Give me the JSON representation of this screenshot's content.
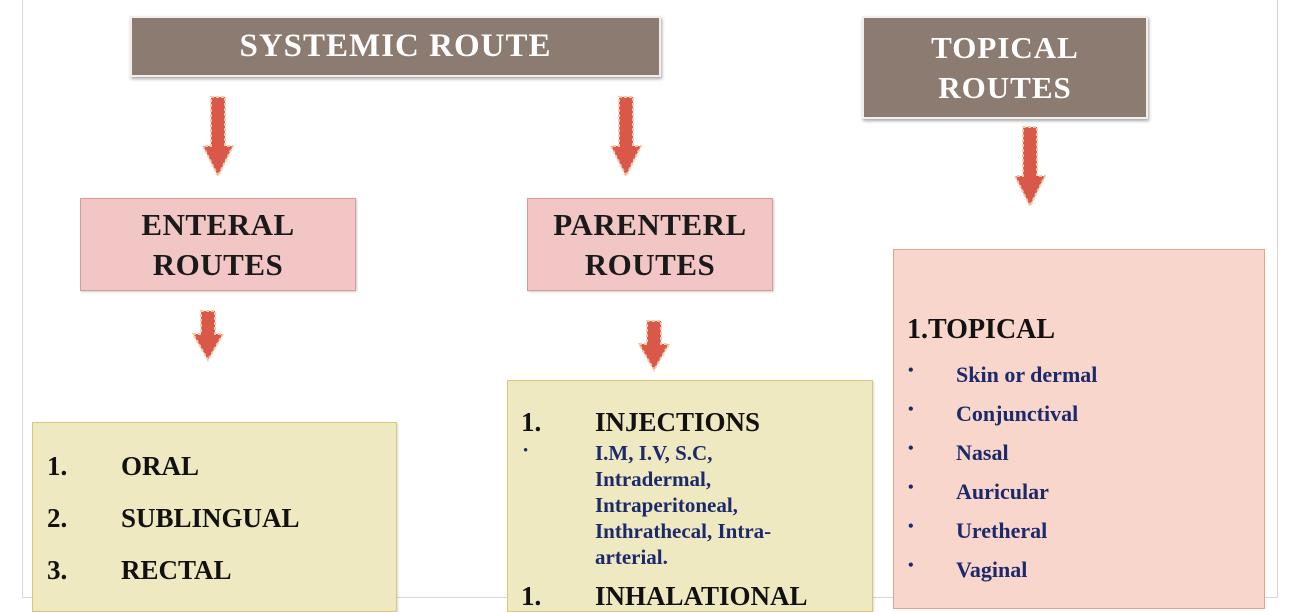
{
  "headers": {
    "systemic": "SYSTEMIC ROUTE",
    "topical_line1": "TOPICAL",
    "topical_line2": "ROUTES"
  },
  "enteral": {
    "title_line1": "ENTERAL",
    "title_line2": "ROUTES",
    "items": [
      {
        "num": "1.",
        "label": "ORAL"
      },
      {
        "num": "2.",
        "label": "SUBLINGUAL"
      },
      {
        "num": "3.",
        "label": "RECTAL"
      }
    ]
  },
  "parenteral": {
    "title_line1": "PARENTERL",
    "title_line2": "ROUTES",
    "items": [
      {
        "num": "1.",
        "label": "INJECTIONS"
      },
      {
        "num": "1.",
        "label": "INHALATIONAL"
      }
    ],
    "bullet": "•",
    "injection_lines": [
      "I.M, I.V, S.C,",
      "Intradermal,",
      "Intraperitoneal,",
      "Inthrathecal, Intra-",
      "arterial."
    ]
  },
  "topical": {
    "heading": "1.TOPICAL",
    "bullet": "•",
    "items": [
      "Skin or dermal",
      "Conjunctival",
      "Nasal",
      "Auricular",
      "Uretheral",
      "Vaginal"
    ]
  },
  "colors": {
    "header_fill": "#8c7b70",
    "pink_fill": "#f3c6c6",
    "yellow_fill": "#efe9c2",
    "topical_fill": "#f9d6cc",
    "arrow_fill": "#d9584a",
    "bullet_text": "#1c2a6b"
  }
}
